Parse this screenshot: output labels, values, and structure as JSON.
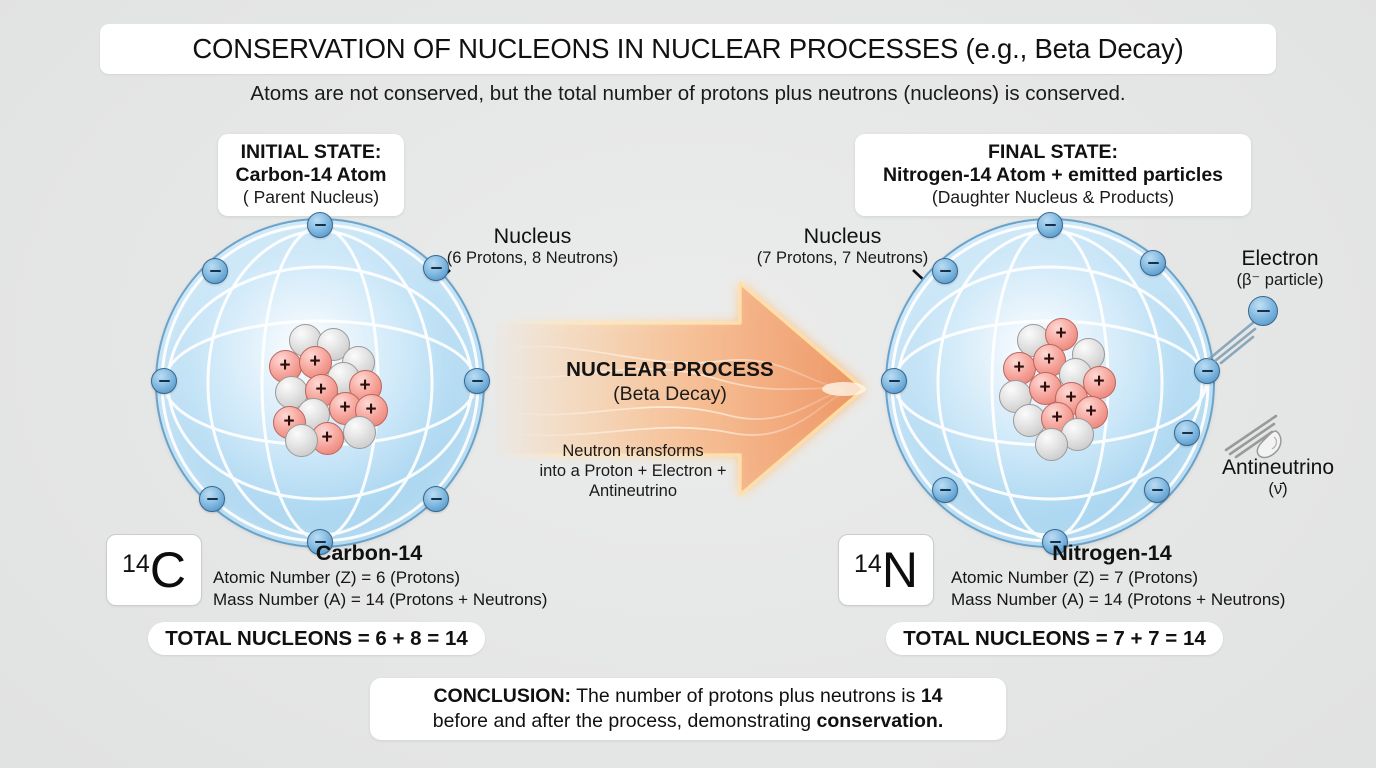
{
  "header": {
    "title": "CONSERVATION OF NUCLEONS IN NUCLEAR PROCESSES (e.g., Beta Decay)",
    "subtitle": "Atoms are not conserved, but the total number of protons plus neutrons (nucleons) is conserved."
  },
  "colors": {
    "background": "#e7e8e8",
    "card": "#ffffff",
    "atom_fill": "#a8d5f0",
    "atom_edge": "#6ba3cb",
    "electron": "#5e9fd0",
    "proton": "#ef8d82",
    "neutron": "#cfcfcf",
    "arrow_fill": "#f5b98a",
    "arrow_edge": "#ffe0ad",
    "text": "#111111"
  },
  "initial_state": {
    "box": {
      "line1": "INITIAL STATE:",
      "line2": "Carbon-14 Atom",
      "line3": "( Parent Nucleus)"
    },
    "nucleus_callout": {
      "title": "Nucleus",
      "detail": "(6 Protons, 8 Neutrons)"
    },
    "symbol": {
      "mass_number": "14",
      "letter": "C"
    },
    "element": {
      "name": "Carbon-14",
      "atomic_number_row": "Atomic Number (Z) = 6 (Protons)",
      "mass_number_row": "Mass Number (A) = 14 (Protons + Neutrons)"
    },
    "total_nucleons": "TOTAL NUCLEONS = 6 + 8 = 14",
    "counts": {
      "protons": 6,
      "neutrons": 8,
      "electrons": 8,
      "nucleons": 14
    }
  },
  "final_state": {
    "box": {
      "line1": "FINAL STATE:",
      "line2": "Nitrogen-14 Atom + emitted particles",
      "line3": "(Daughter Nucleus & Products)"
    },
    "nucleus_callout": {
      "title": "Nucleus",
      "detail": "(7 Protons, 7 Neutrons)"
    },
    "symbol": {
      "mass_number": "14",
      "letter": "N"
    },
    "element": {
      "name": "Nitrogen-14",
      "atomic_number_row": "Atomic Number (Z) = 7 (Protons)",
      "mass_number_row": "Mass Number (A) = 14 (Protons + Neutrons)"
    },
    "total_nucleons": "TOTAL NUCLEONS = 7 + 7 = 14",
    "counts": {
      "protons": 7,
      "neutrons": 7,
      "electrons": 10,
      "nucleons": 14
    }
  },
  "process": {
    "title": "NUCLEAR PROCESS",
    "subtitle": "(Beta Decay)",
    "description_line1": "Neutron transforms",
    "description_line2": "into a Proton + Electron +",
    "description_line3": "Antineutrino"
  },
  "emitted": {
    "electron": {
      "name": "Electron",
      "symbol": "(β⁻ particle)"
    },
    "antineutrino": {
      "name": "Antineutrino",
      "symbol": "(ν̄)"
    }
  },
  "conclusion": {
    "line1_bold": "CONCLUSION:",
    "line1_rest": " The number of protons plus neutrons is ",
    "line1_value": "14",
    "line2_rest": "before and after the process, demonstrating ",
    "line2_bold": "conservation."
  }
}
